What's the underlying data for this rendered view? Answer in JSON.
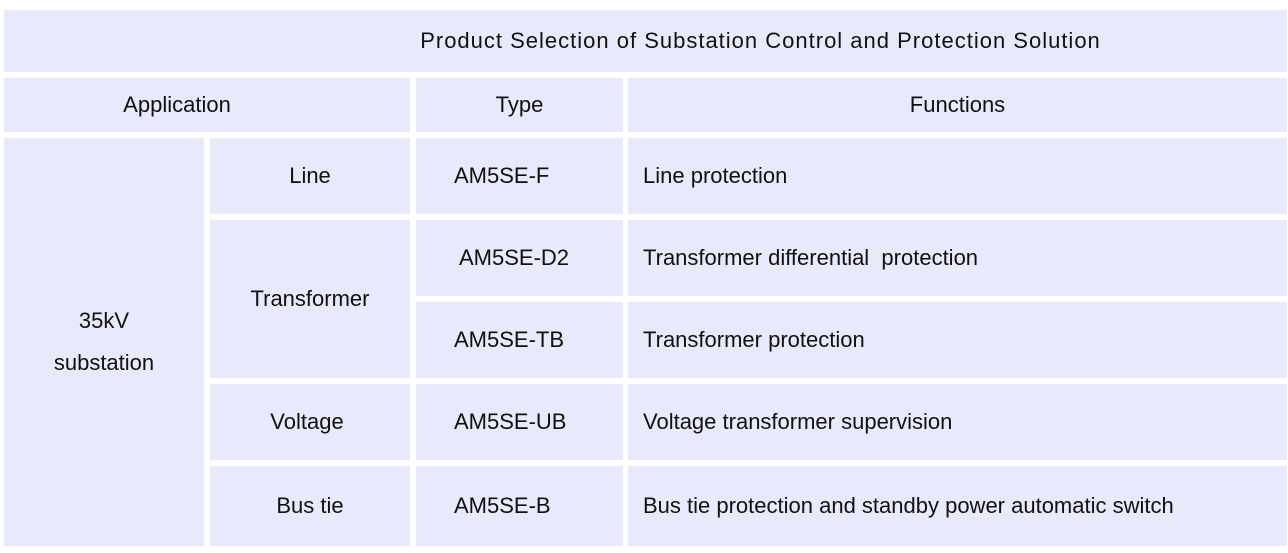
{
  "title": "Product Selection of Substation Control and Protection Solution",
  "headers": {
    "application": "Application",
    "type": "Type",
    "functions": "Functions"
  },
  "group": {
    "line1": "35kV",
    "line2": "substation"
  },
  "rows": [
    {
      "category": "Line",
      "type": "AM5SE-F",
      "function": "Line protection"
    },
    {
      "category": "Transformer",
      "type": "AM5SE-D2",
      "function": "Transformer differential  protection"
    },
    {
      "category": "",
      "type": "AM5SE-TB",
      "function": "Transformer protection"
    },
    {
      "category": "Voltage",
      "type": "AM5SE-UB",
      "function": "Voltage transformer supervision"
    },
    {
      "category": "Bus tie",
      "type": "AM5SE-B",
      "function": "Bus tie protection and standby power automatic switch"
    }
  ],
  "colors": {
    "cell_background": "#e8e9fb",
    "grid_lines": "#ffffff",
    "text": "#111111"
  }
}
